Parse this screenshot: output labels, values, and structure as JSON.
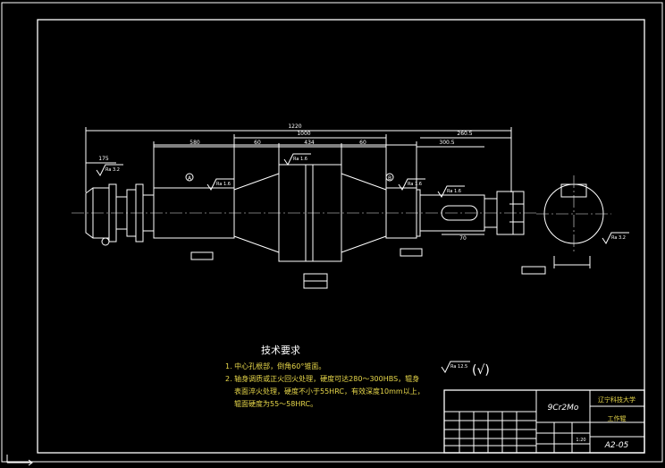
{
  "dimensions": {
    "overall": "1220",
    "middle": "1000",
    "left_end": "175",
    "left_step": "580",
    "center_a": "60",
    "center_b": "434",
    "center_c": "60",
    "right_step": "300.5",
    "right_end": "260.5",
    "keyway": "70"
  },
  "roughness": {
    "r1": "Ra 3.2",
    "r2": "Ra 1.6",
    "r3": "Ra 1.6",
    "r4": "Ra 1.6",
    "r5": "Ra 3.2",
    "r6": "Ra 1.6",
    "general": "Ra 12.5"
  },
  "datums": {
    "a": "A",
    "b": "B"
  },
  "notes": {
    "title": "技术要求",
    "line1": "1. 中心孔根部，倒角60°锥面。",
    "line2": "2. 轴身调质或正火回火处理，硬度可达280～300HBS，辊身",
    "line3": "表面淬火处理，硬度不小于55HRC，有效深度10mm以上，",
    "line4": "辊面硬度为55～58HRC。",
    "general_mark": "(√)"
  },
  "title_block": {
    "material": "9Cr2Mo",
    "school": "辽宁科技大学",
    "part_name": "工作辊",
    "drawing_no": "A2-05",
    "scale": "1:20"
  }
}
